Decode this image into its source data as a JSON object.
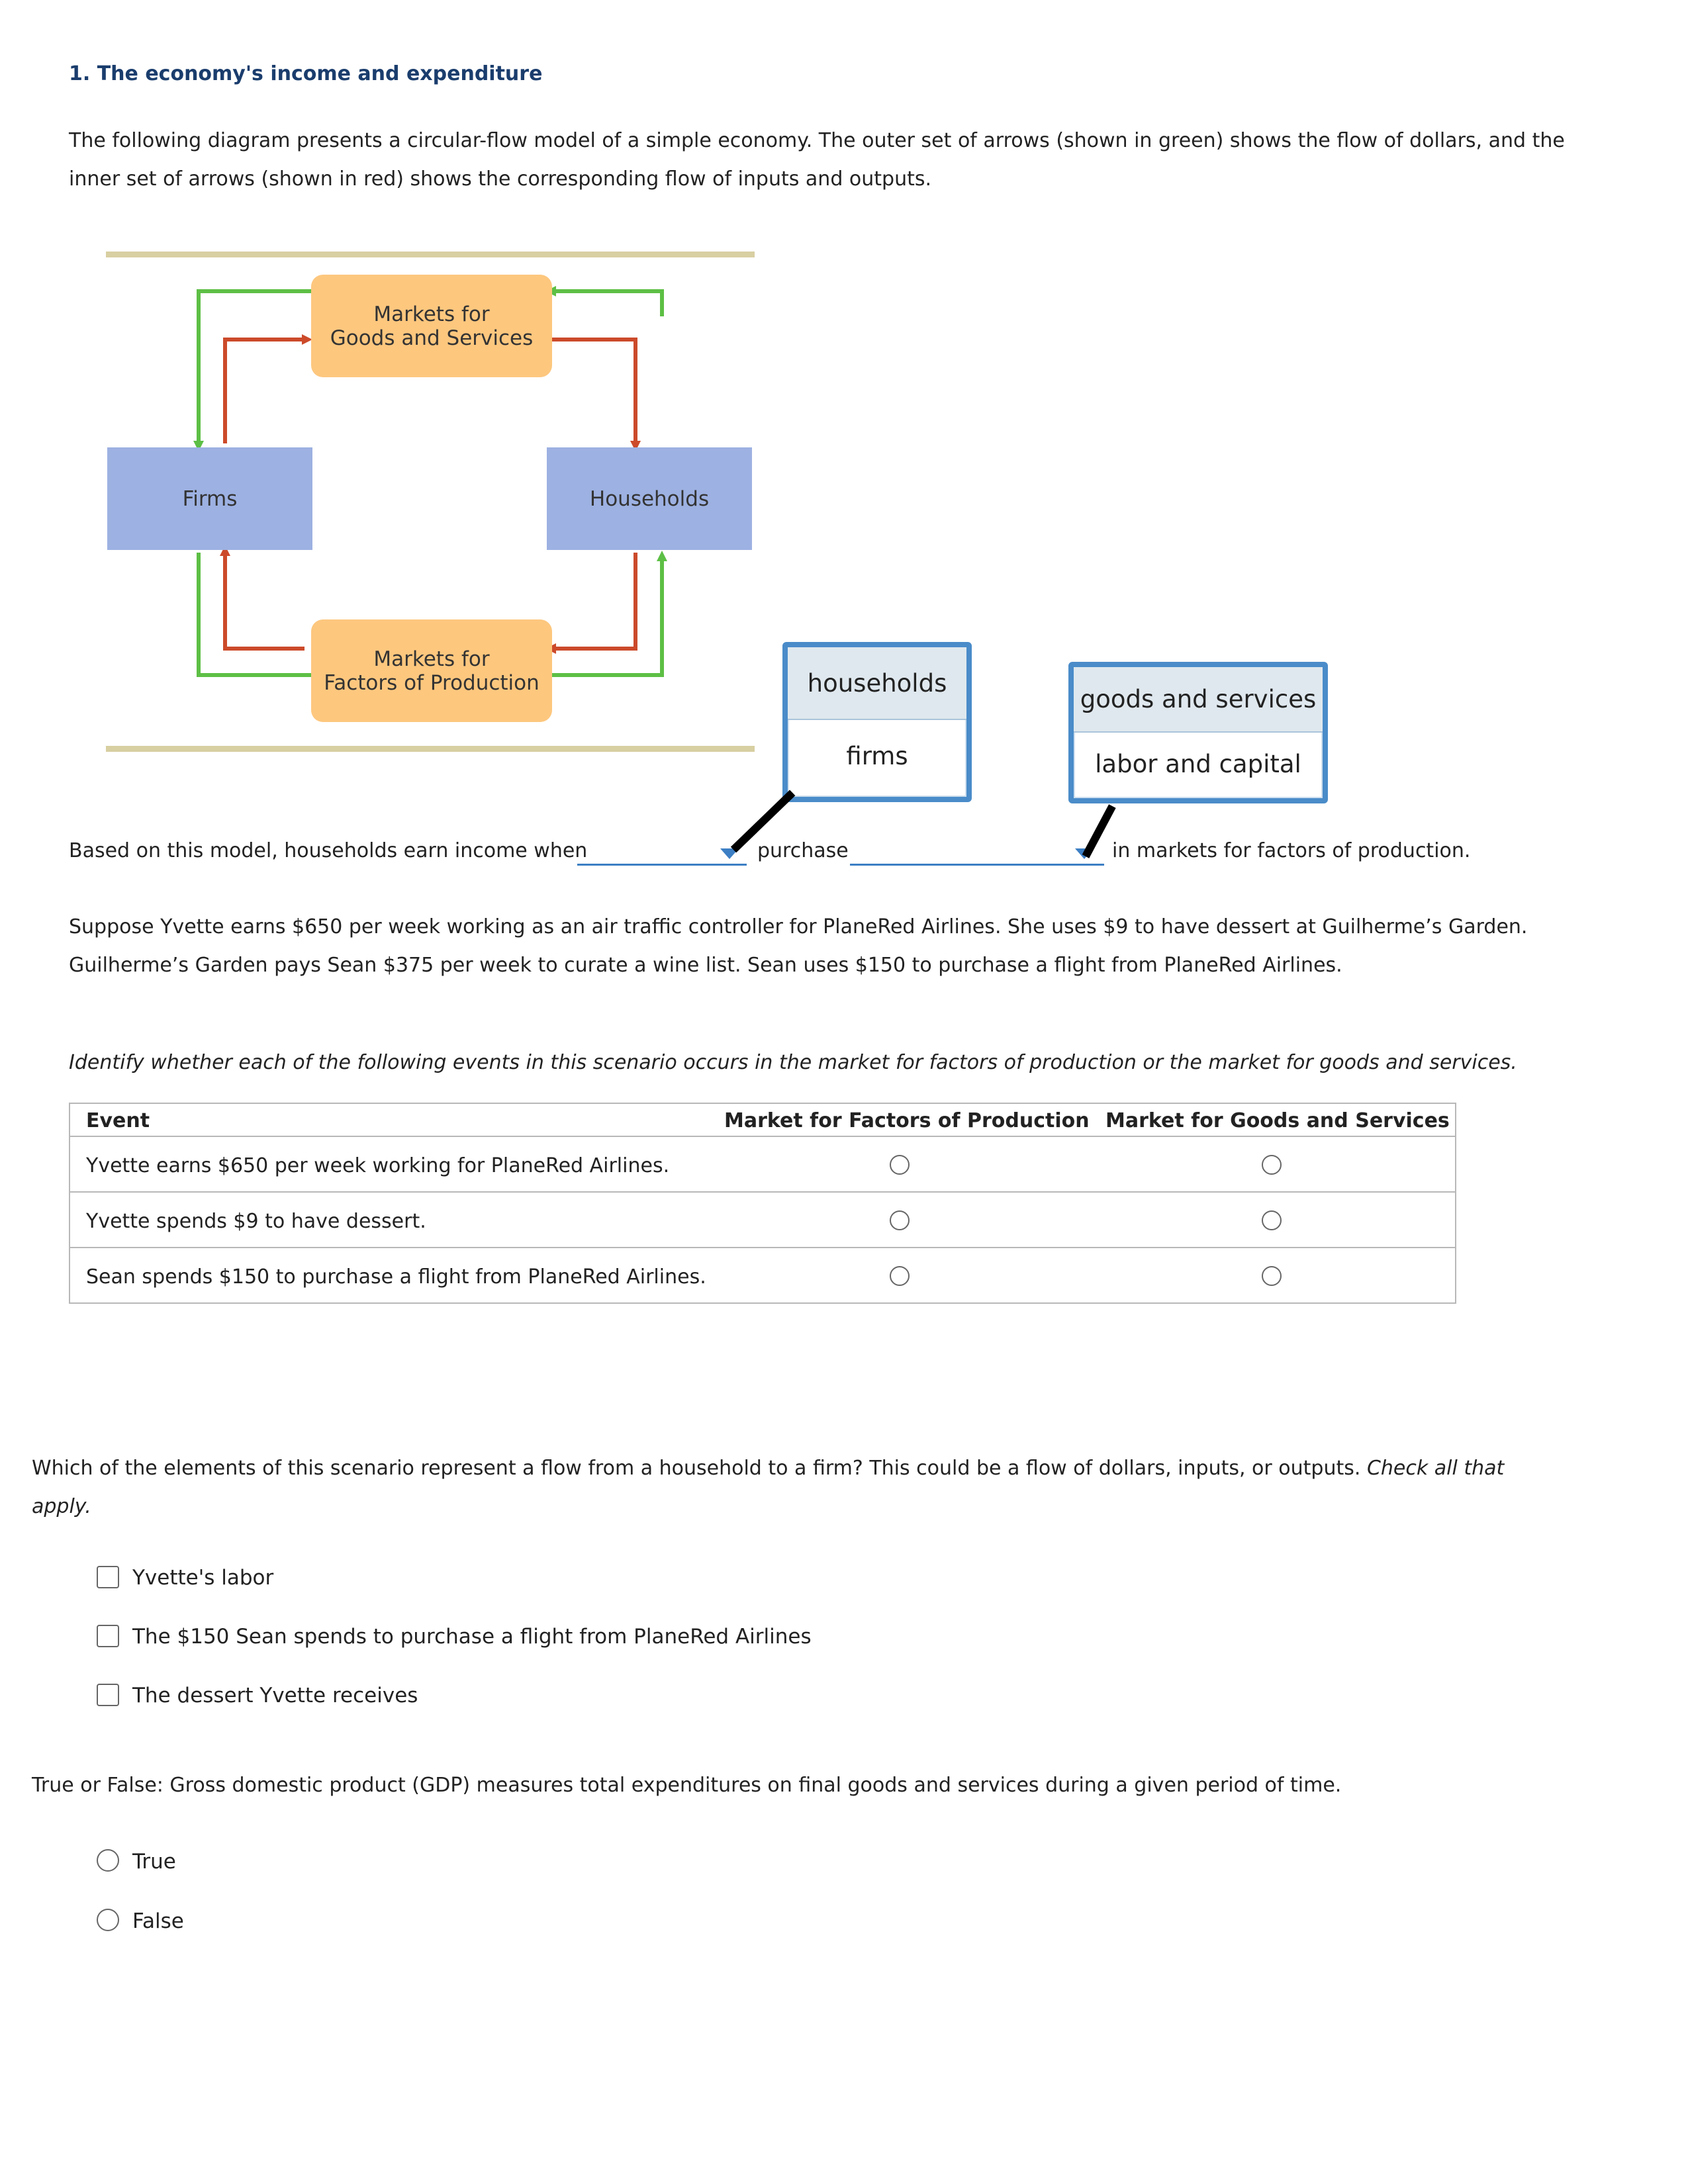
{
  "question": {
    "number_title": "1. The economy's income and expenditure",
    "intro": "The following diagram presents a circular-flow model of a simple economy. The outer set of arrows (shown in green) shows the flow of dollars, and the inner set of arrows (shown in red) shows the corresponding flow of inputs and outputs."
  },
  "diagram": {
    "firms": "Firms",
    "households": "Households",
    "goods_market_line1": "Markets for",
    "goods_market_line2": "Goods and Services",
    "factor_market_line1": "Markets for",
    "factor_market_line2": "Factors of Production",
    "colors": {
      "dollars_arrows": "#5dbf45",
      "goods_arrows": "#cc4a2a",
      "agent_box": "#9db1e2",
      "market_box": "#fdc77e"
    }
  },
  "sentence": {
    "part1": "Based on this model, households earn income when",
    "part2": "purchase",
    "part3": "in markets for factors of production.",
    "dropdown1": {
      "options": [
        "households",
        "firms"
      ]
    },
    "dropdown2": {
      "options": [
        "goods and services",
        "labor and capital"
      ]
    }
  },
  "scenario": {
    "text": "Suppose Yvette earns $650 per week working as an air traffic controller for PlaneRed Airlines. She uses $9 to have dessert at Guilherme’s Garden. Guilherme’s Garden pays Sean $375 per week to curate a wine list. Sean uses $150 to purchase a flight from PlaneRed Airlines."
  },
  "table": {
    "instruction": "Identify whether each of the following events in this scenario occurs in the market for factors of production or the market for goods and services.",
    "headers": [
      "Event",
      "Market for Factors of Production",
      "Market for Goods and Services"
    ],
    "rows": [
      "Yvette earns $650 per week working for PlaneRed Airlines.",
      "Yvette spends $9 to have dessert.",
      "Sean spends $150 to purchase a flight from PlaneRed Airlines."
    ]
  },
  "flow_question": {
    "text": "Which of the elements of this scenario represent a flow from a household to a firm? This could be a flow of dollars, inputs, or outputs.",
    "hint": "Check all that apply.",
    "options": [
      "Yvette's labor",
      "The $150 Sean spends to purchase a flight from PlaneRed Airlines",
      "The dessert Yvette receives"
    ]
  },
  "gdp_question": {
    "text": "True or False: Gross domestic product (GDP) measures total expenditures on final goods and services during a given period of time.",
    "options": [
      "True",
      "False"
    ]
  }
}
